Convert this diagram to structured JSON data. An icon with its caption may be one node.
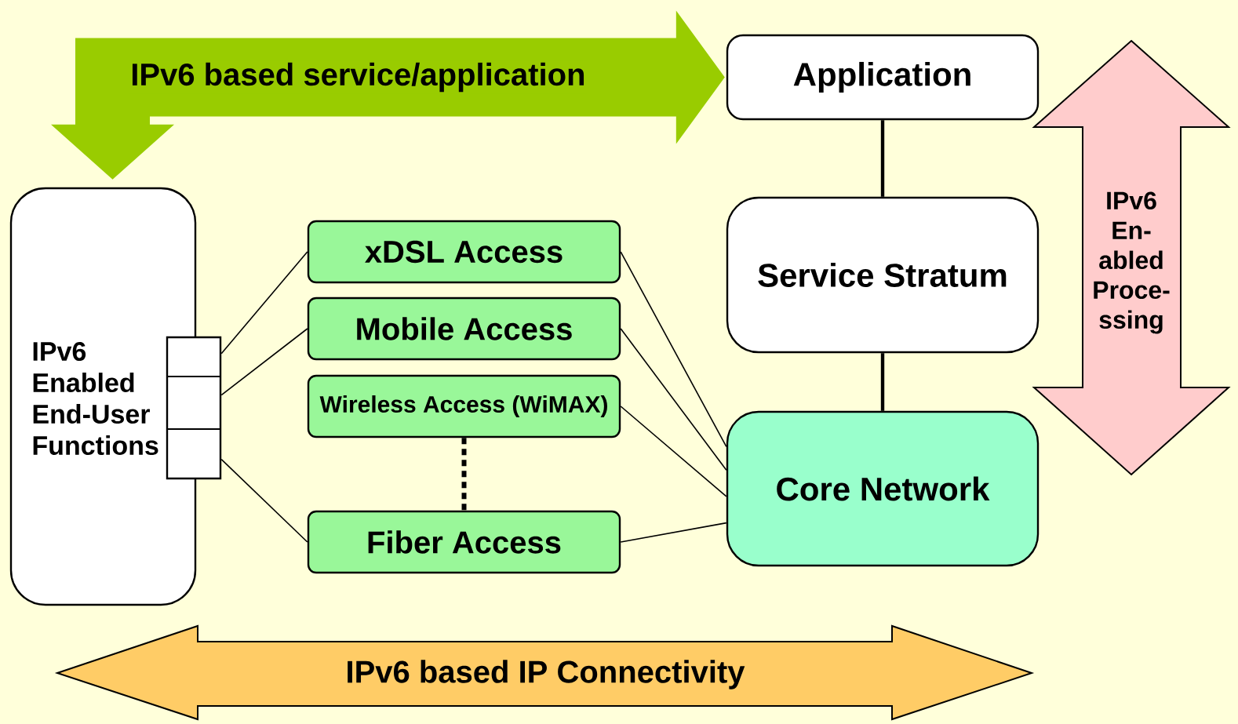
{
  "diagram": {
    "nodes": [
      {
        "text": [
          "Application"
        ]
      },
      {
        "text": [
          "IPv6 En- abled Proce- ssing"
        ]
      },
      {
        "text": [
          "IPv6 Enabled End-User Functions"
        ]
      },
      {
        "text": [],
        "shape": "box"
      },
      {
        "text": [
          "xDSL Access"
        ]
      },
      {
        "text": [
          "Mobile Access"
        ]
      },
      {
        "text": [
          "Wireless Access (WiMAX)"
        ]
      },
      {
        "text": [
          "Fiber Access"
        ]
      },
      {
        "text": [
          "Service Stratum"
        ]
      },
      {
        "text": [
          "Core Network"
        ]
      },
      {
        "text": [
          "IPv6 based IP Connectivity"
        ]
      }
    ],
    "edges": [
      {
        "from": 3,
        "to": 4,
        "arrow": "none"
      },
      {
        "from": 3,
        "to": 5,
        "arrow": "none"
      },
      {
        "from": 3,
        "to": 7,
        "arrow": "none"
      },
      {
        "from": 4,
        "to": 9,
        "arrow": "none"
      },
      {
        "from": 5,
        "to": 9,
        "arrow": "none"
      },
      {
        "from": 6,
        "to": 9,
        "arrow": "none"
      },
      {
        "from": 7,
        "to": 9,
        "arrow": "none"
      },
      {
        "from": 6,
        "to": 7,
        "arrow": "none",
        "style": "dashed"
      },
      {
        "from": 0,
        "to": 8,
        "arrow": "none",
        "style": "thick"
      },
      {
        "from": 8,
        "to": 9,
        "arrow": "none",
        "style": "thick"
      },
      {
        "from": 2,
        "to": 0,
        "arrow": "both",
        "label": "IPv6 based service/application",
        "style": "thick",
        "color": "#99cc00"
      }
    ]
  }
}
